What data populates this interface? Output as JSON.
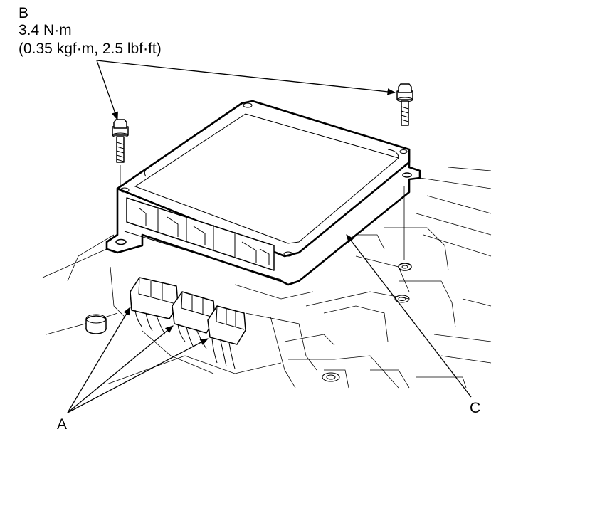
{
  "callouts": {
    "b": "B",
    "b_torque": "3.4 N·m",
    "b_torque_alt": "(0.35 kgf·m, 2.5 lbf·ft)",
    "a": "A",
    "c": "C"
  },
  "icons": [
    "bolt-icon",
    "connector-icon",
    "ecm-unit-icon",
    "arrowhead-icon"
  ]
}
